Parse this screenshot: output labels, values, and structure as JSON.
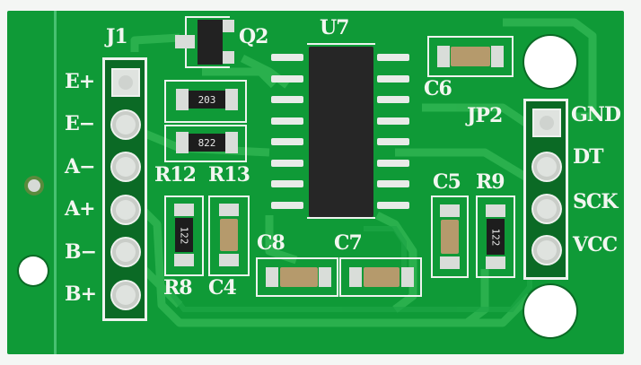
{
  "board": {
    "type": "HX711 load cell amplifier module (PCB photo)",
    "colors": {
      "solder_mask": "#0f9a37",
      "silkscreen": "#f2f6f0",
      "dark_copper": "#0b6a25",
      "ic_body": "#262626"
    }
  },
  "labels": {
    "j1": "J1",
    "q2": "Q2",
    "u7": "U7",
    "c6": "C6",
    "jp2": "JP2",
    "r12": "R12",
    "r13": "R13",
    "r8": "R8",
    "c4": "C4",
    "c8": "C8",
    "c7": "C7",
    "c5": "C5",
    "r9": "R9"
  },
  "j1_pins": [
    "E+",
    "E−",
    "A−",
    "A+",
    "B−",
    "B+"
  ],
  "jp2_pins": [
    "GND",
    "DT",
    "SCK",
    "VCC"
  ],
  "resistor_codes": {
    "r12": "203",
    "r13": "822",
    "r8": "122",
    "r9": "122"
  },
  "ic": {
    "name": "U7",
    "pins_per_side": 8
  }
}
